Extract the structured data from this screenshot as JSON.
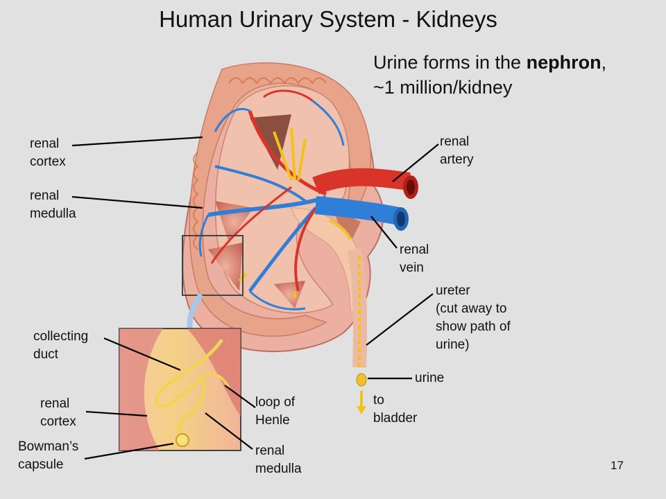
{
  "title": "Human Urinary System - Kidneys",
  "subtitle": {
    "prefix": "Urine forms in the ",
    "emphasis": "nephron",
    "suffix": ",",
    "line2": "~1 million/kidney"
  },
  "labels": {
    "renal_cortex_top": "renal\ncortex",
    "renal_medulla_top": "renal\nmedulla",
    "renal_artery": "renal\nartery",
    "renal_vein": "renal\nvein",
    "ureter": "ureter\n(cut away to\nshow path of\nurine)",
    "urine": "urine",
    "to_bladder": "to\nbladder",
    "collecting_duct": "collecting\nduct",
    "renal_cortex_inset": "renal\ncortex",
    "bowmans_capsule": "Bowman’s\ncapsule",
    "loop_of_henle": "loop of\nHenle",
    "renal_medulla_inset": "renal\nmedulla"
  },
  "slide_number": "17",
  "colors": {
    "background": "#e1e1e1",
    "artery": "#d8342a",
    "vein": "#2f7ed8",
    "tissue": "#e9a08a",
    "urine_arrow": "#f2c21a"
  }
}
